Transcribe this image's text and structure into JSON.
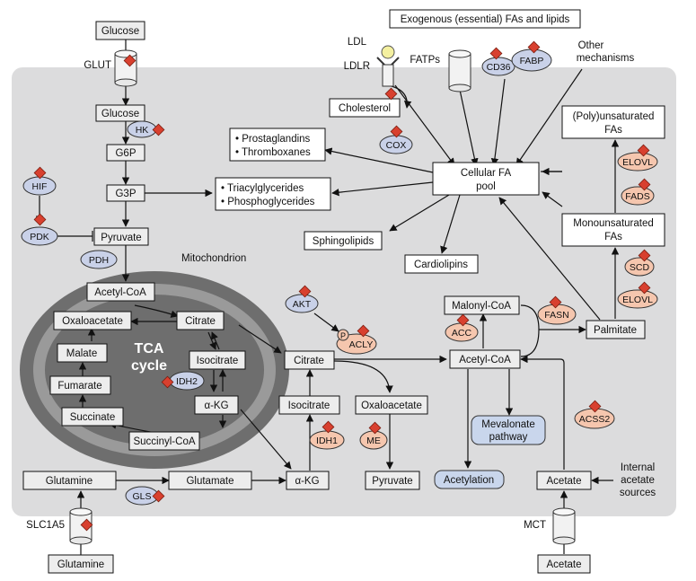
{
  "colors": {
    "cell_bg": "#dcdcdd",
    "mito_outer": "#6e6e6e",
    "mito_inner": "#9a9a9a",
    "metabolite_box": "#ededed",
    "enzyme_blue": "#c9d1e8",
    "enzyme_orange": "#f5c6ae",
    "diamond_red": "#d8402f",
    "rounded_box_blue": "#c9d6ec"
  },
  "labels": {
    "exogenous": "Exogenous (essential) FAs and lipids",
    "glucose_out": "Glucose",
    "glut": "GLUT",
    "glucose_in": "Glucose",
    "hk": "HK",
    "g6p": "G6P",
    "g3p": "G3P",
    "hif": "HIF",
    "pdk": "PDK",
    "pyruvate": "Pyruvate",
    "pdh": "PDH",
    "mitochondrion": "Mitochondrion",
    "acetyl_coa_mito": "Acetyl-CoA",
    "oxaloacetate_mito": "Oxaloacetate",
    "citrate_mito": "Citrate",
    "tca_1": "TCA",
    "tca_2": "cycle",
    "malate": "Malate",
    "isocitrate_mito": "Isocitrate",
    "idh2": "IDH2",
    "fumarate": "Fumarate",
    "akg_mito": "α-KG",
    "succinate": "Succinate",
    "succinyl_coa": "Succinyl-CoA",
    "glutamine_in": "Glutamine",
    "glutamate": "Glutamate",
    "gls": "GLS",
    "akg_cyto": "α-KG",
    "slc1a5": "SLC1A5",
    "glutamine_out": "Glutamine",
    "ldl": "LDL",
    "ldlr": "LDLR",
    "fatps": "FATPs",
    "cd36": "CD36",
    "fabp": "FABP",
    "other_mech_1": "Other",
    "other_mech_2": "mechanisms",
    "cholesterol": "Cholesterol",
    "prostaglandins": "• Prostaglandins",
    "thromboxanes": "• Thromboxanes",
    "cox": "COX",
    "cellular_fa_1": "Cellular FA",
    "cellular_fa_2": "pool",
    "triacylglycerides": "• Triacylglycerides",
    "phosphoglycerides": "• Phosphoglycerides",
    "sphingolipids": "Sphingolipids",
    "cardiolipins": "Cardiolipins",
    "polyunsat_1": "(Poly)unsaturated",
    "polyunsat_2": "FAs",
    "elovl_top": "ELOVL",
    "fads": "FADS",
    "monounsat_1": "Monounsaturated",
    "monounsat_2": "FAs",
    "scd": "SCD",
    "elovl_bottom": "ELOVL",
    "akt": "AKT",
    "p": "P",
    "acly": "ACLY",
    "citrate_cyto": "Citrate",
    "isocitrate_cyto": "Isocitrate",
    "idh1": "IDH1",
    "oxaloacetate_cyto": "Oxaloacetate",
    "me": "ME",
    "pyruvate_cyto": "Pyruvate",
    "malonyl_coa": "Malonyl-CoA",
    "acc": "ACC",
    "fasn": "FASN",
    "palmitate": "Palmitate",
    "acetyl_coa_cyto": "Acetyl-CoA",
    "mevalonate_1": "Mevalonate",
    "mevalonate_2": "pathway",
    "acetylation": "Acetylation",
    "acss2": "ACSS2",
    "acetate_in": "Acetate",
    "internal_1": "Internal",
    "internal_2": "acetate",
    "internal_3": "sources",
    "mct": "MCT",
    "acetate_out": "Acetate"
  }
}
